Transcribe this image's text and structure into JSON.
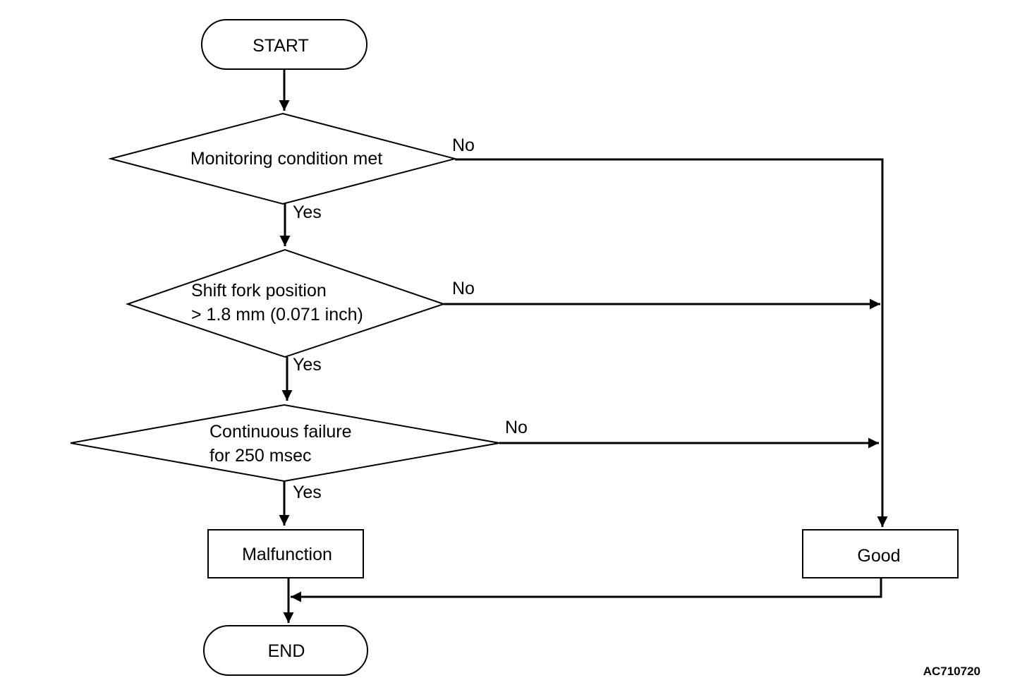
{
  "start": "START",
  "end": "END",
  "decisions": [
    {
      "lines": [
        "Monitoring condition met"
      ],
      "yes": "Yes",
      "no": "No"
    },
    {
      "lines": [
        "Shift fork position",
        "> 1.8 mm (0.071 inch)"
      ],
      "yes": "Yes",
      "no": "No"
    },
    {
      "lines": [
        "Continuous failure",
        "for 250 msec"
      ],
      "yes": "Yes",
      "no": "No"
    }
  ],
  "malfunction": "Malfunction",
  "good": "Good",
  "figure_code": "AC710720"
}
